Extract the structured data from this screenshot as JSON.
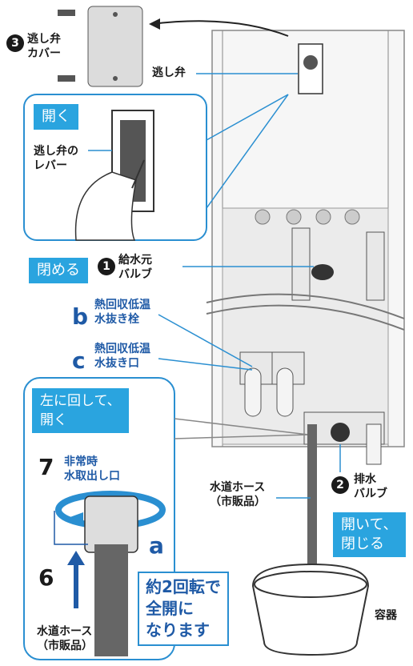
{
  "top": {
    "cover_number": "3",
    "cover_label": "逃し弁\nカバー",
    "valve_label": "逃し弁"
  },
  "inset_open": {
    "badge": "開く",
    "lever_label": "逃し弁の\nレバー"
  },
  "supply": {
    "badge": "閉める",
    "number": "1",
    "label": "給水元\nバルブ"
  },
  "b": {
    "letter": "b",
    "label": "熱回収低温\n水抜き栓"
  },
  "c": {
    "letter": "c",
    "label": "熱回収低温\n水抜き口"
  },
  "inset_hose": {
    "badge": "左に回して、\n開く",
    "step7": "7",
    "step7_label": "非常時\n水取出し口",
    "letter_a": "a",
    "step6": "6",
    "turns_note": "約2回転で\n全開に\nなります",
    "hose_label": "水道ホース\n（市販品）"
  },
  "drain": {
    "hose_label": "水道ホース\n（市販品）",
    "number": "2",
    "label": "排水\nバルブ",
    "badge": "開いて、\n閉じる",
    "container_label": "容器"
  },
  "colors": {
    "accent": "#2aa4df",
    "label_blue": "#1f5aa6",
    "line_blue": "#2a8fd1"
  }
}
